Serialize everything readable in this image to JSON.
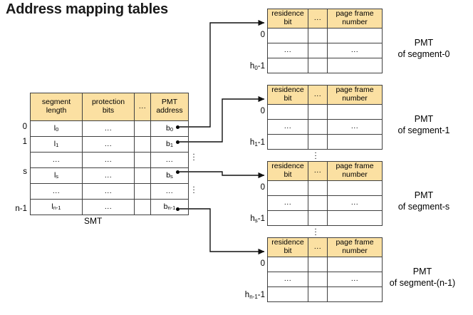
{
  "title": "Address mapping tables",
  "colors": {
    "header_fill": "#FBE0A2",
    "border": "#404040",
    "text": "#000000",
    "background": "#FFFFFF"
  },
  "smt": {
    "caption": "SMT",
    "headers": [
      "segment length",
      "protection bits",
      "...",
      "PMT address"
    ],
    "header_lines": {
      "col1_line1": "segment",
      "col1_line2": "length",
      "col2_line1": "protection",
      "col2_line2": "bits",
      "col3": "...",
      "col4_line1": "PMT",
      "col4_line2": "address"
    },
    "row_labels": [
      "0",
      "1",
      "",
      "s",
      "",
      "n-1"
    ],
    "rows": [
      {
        "index": "0",
        "length": "l",
        "length_sub": "0",
        "protection": "...",
        "blank": "",
        "address": "b",
        "address_sub": "0",
        "has_pointer": true
      },
      {
        "index": "1",
        "length": "l",
        "length_sub": "1",
        "protection": "...",
        "blank": "",
        "address": "b",
        "address_sub": "1",
        "has_pointer": true
      },
      {
        "index": "",
        "length": "...",
        "length_sub": "",
        "protection": "...",
        "blank": "",
        "address": "...",
        "address_sub": "",
        "has_pointer": false
      },
      {
        "index": "s",
        "length": "l",
        "length_sub": "s",
        "protection": "...",
        "blank": "",
        "address": "b",
        "address_sub": "s",
        "has_pointer": true
      },
      {
        "index": "",
        "length": "...",
        "length_sub": "",
        "protection": "...",
        "blank": "",
        "address": "...",
        "address_sub": "",
        "has_pointer": false
      },
      {
        "index": "n-1",
        "length": "l",
        "length_sub": "n-1",
        "protection": "...",
        "blank": "",
        "address": "b",
        "address_sub": "n-1",
        "has_pointer": true
      }
    ]
  },
  "pmt_common": {
    "headers": [
      "residence bit",
      "...",
      "page frame number"
    ],
    "header_lines": {
      "col1_line1": "residence",
      "col1_line2": "bit",
      "col2": "...",
      "col3_line1": "page frame",
      "col3_line2": "number"
    },
    "body_rows": [
      {
        "c1": "",
        "c2": "",
        "c3": ""
      },
      {
        "c1": "...",
        "c2": "",
        "c3": "..."
      },
      {
        "c1": "",
        "c2": "",
        "c3": ""
      }
    ]
  },
  "pmts": [
    {
      "id": "pmt0",
      "first_row_label": "0",
      "last_row_label": "h",
      "last_row_sub": "0",
      "last_row_suffix": "-1",
      "caption_line1": "PMT",
      "caption_line2": "of segment-0"
    },
    {
      "id": "pmt1",
      "first_row_label": "0",
      "last_row_label": "h",
      "last_row_sub": "1",
      "last_row_suffix": "-1",
      "caption_line1": "PMT",
      "caption_line2": "of segment-1"
    },
    {
      "id": "pmts",
      "first_row_label": "0",
      "last_row_label": "h",
      "last_row_sub": "s",
      "last_row_suffix": "-1",
      "caption_line1": "PMT",
      "caption_line2": "of segment-s"
    },
    {
      "id": "pmtn",
      "first_row_label": "0",
      "last_row_label": "h",
      "last_row_sub": "n-1",
      "last_row_suffix": "-1",
      "caption_line1": "PMT",
      "caption_line2": "of segment-(n-1)"
    }
  ],
  "ellipsis": {
    "vertical_glyph": "⋮",
    "horizontal_glyph": "..."
  },
  "connectors": [
    {
      "from": "smt.b0",
      "to": "pmt0"
    },
    {
      "from": "smt.b1",
      "to": "pmt1"
    },
    {
      "from": "smt.bs",
      "to": "pmts"
    },
    {
      "from": "smt.bn-1",
      "to": "pmtn"
    }
  ]
}
